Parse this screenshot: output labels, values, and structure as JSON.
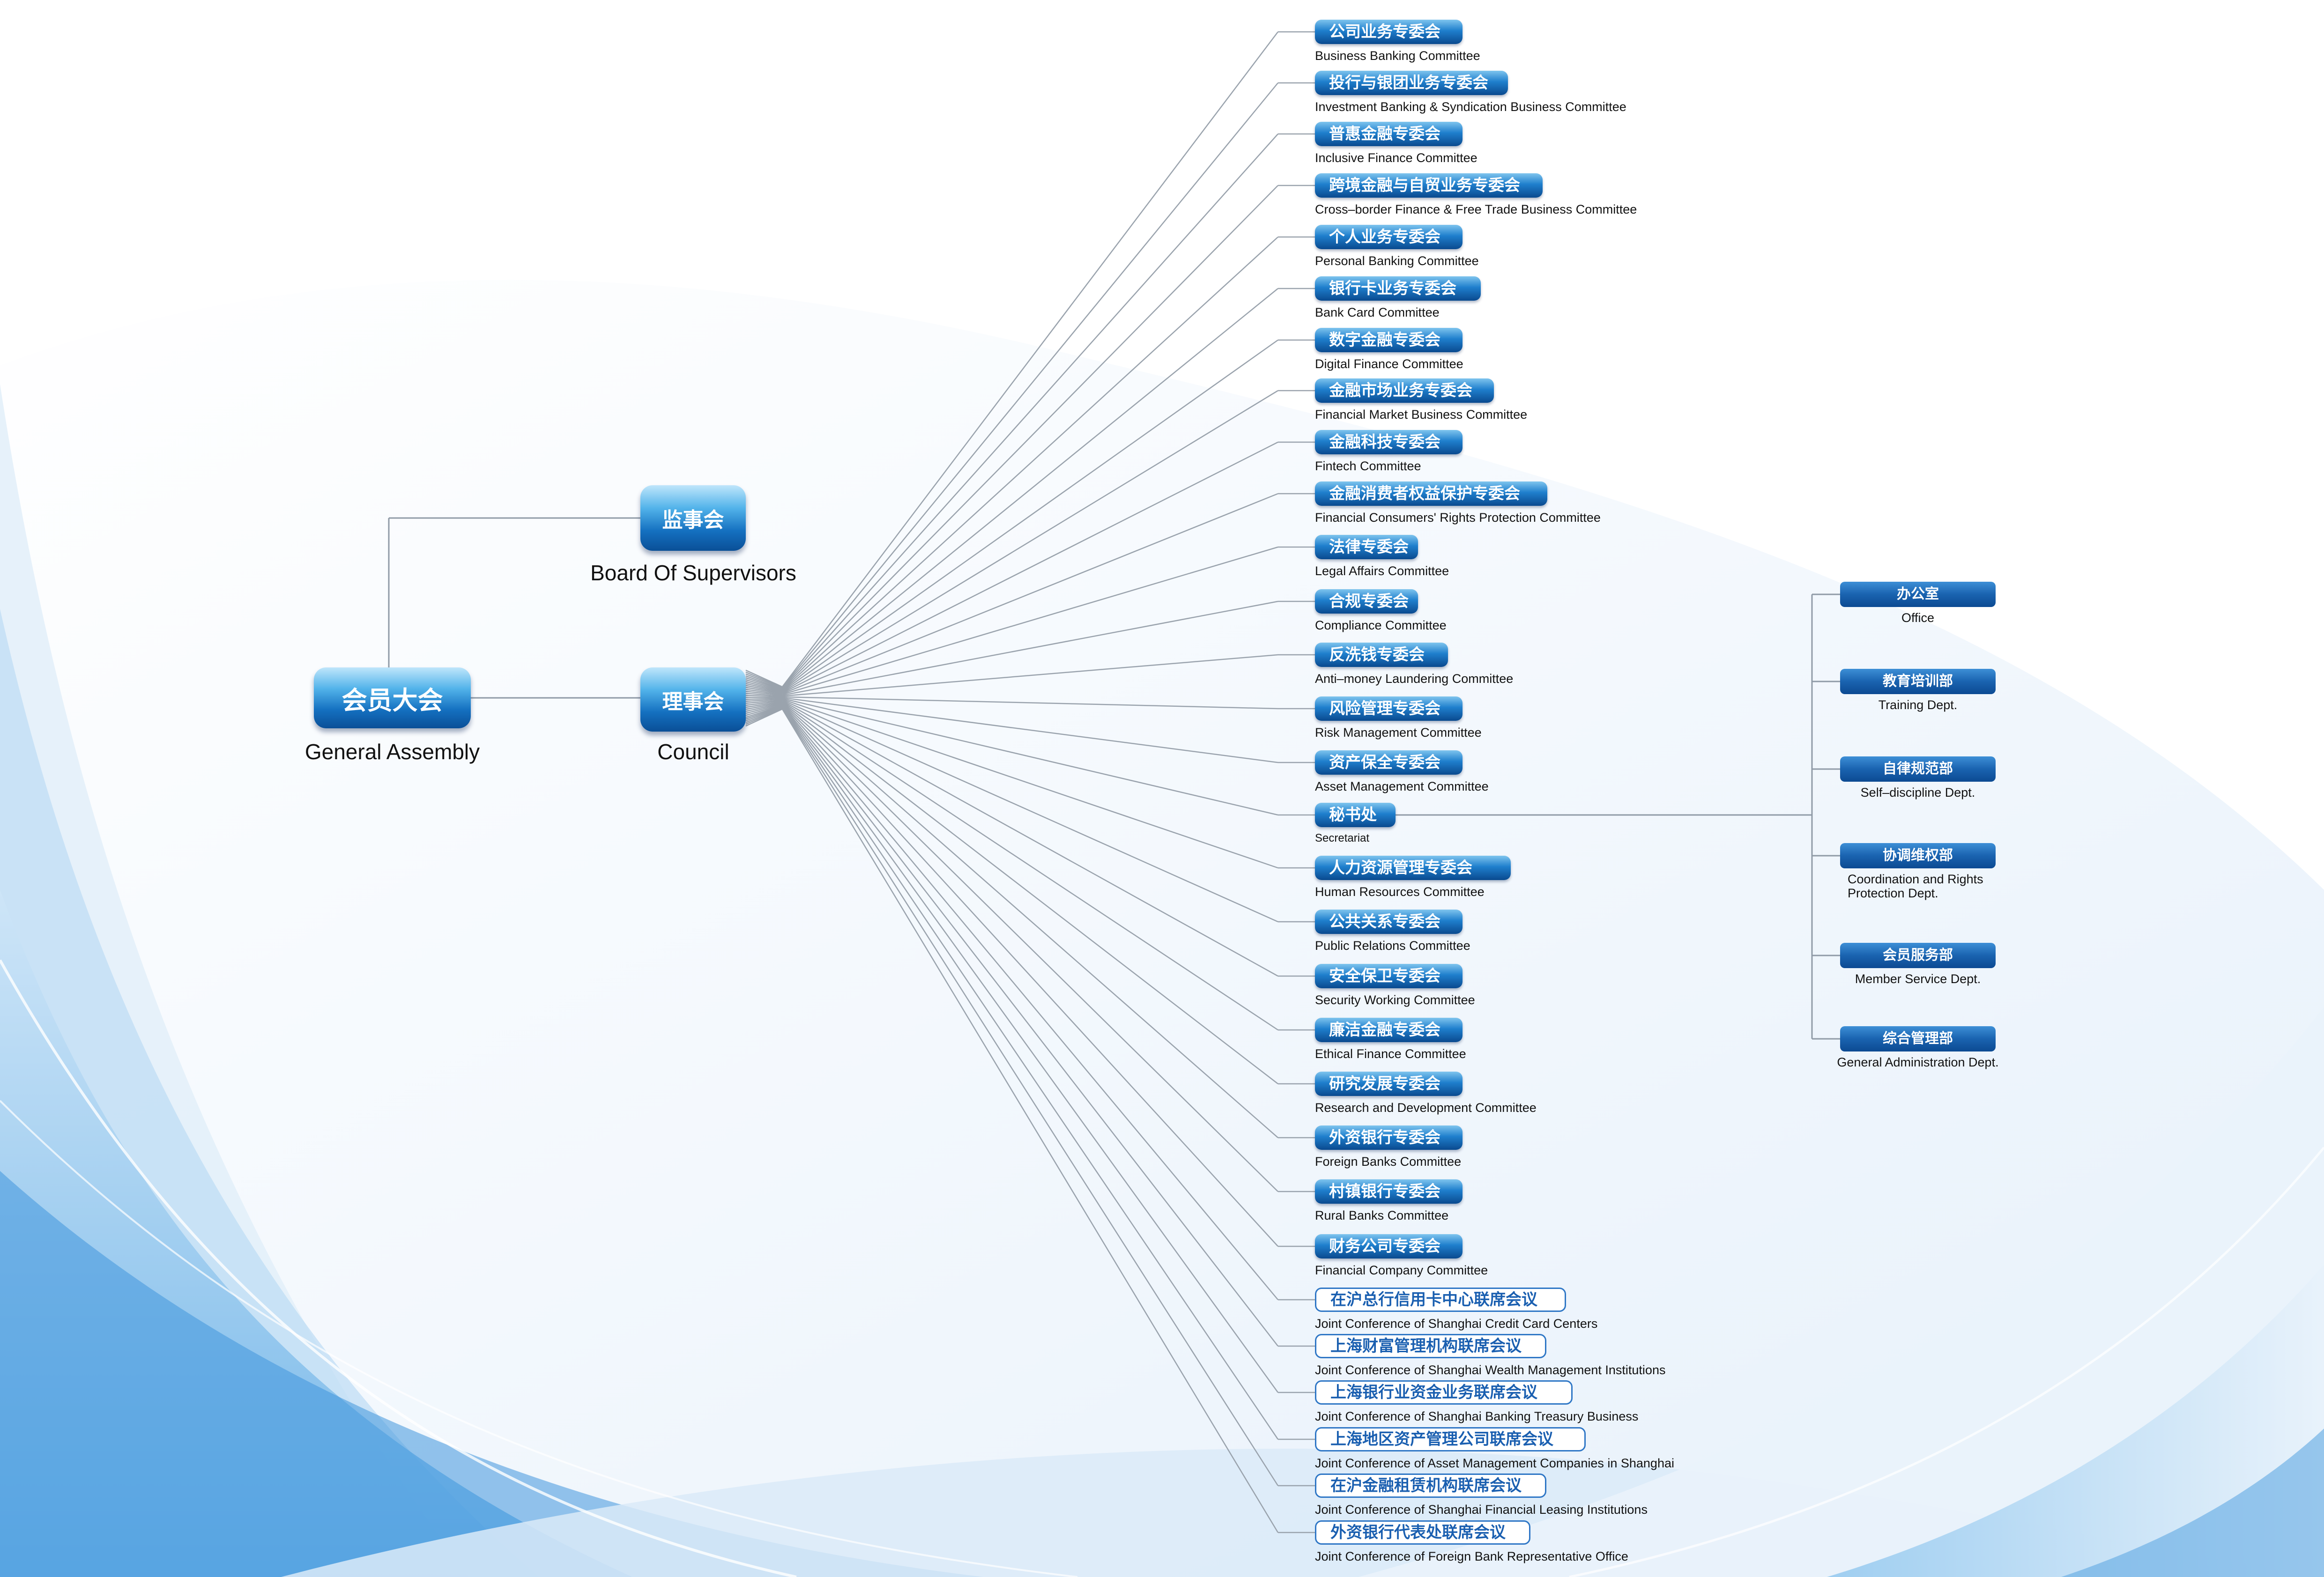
{
  "root": {
    "label": "会员大会",
    "sub": "General Assembly"
  },
  "supervisors": {
    "label": "监事会",
    "sub": "Board Of Supervisors"
  },
  "council": {
    "label": "理事会",
    "sub": "Council"
  },
  "committees": [
    {
      "label": "公司业务专委会",
      "sub": "Business Banking Committee"
    },
    {
      "label": "投行与银团业务专委会",
      "sub": "Investment Banking & Syndication Business Committee"
    },
    {
      "label": "普惠金融专委会",
      "sub": "Inclusive Finance Committee"
    },
    {
      "label": "跨境金融与自贸业务专委会",
      "sub": "Cross–border Finance & Free Trade Business Committee"
    },
    {
      "label": "个人业务专委会",
      "sub": "Personal Banking Committee"
    },
    {
      "label": "银行卡业务专委会",
      "sub": "Bank Card Committee"
    },
    {
      "label": "数字金融专委会",
      "sub": "Digital Finance Committee"
    },
    {
      "label": "金融市场业务专委会",
      "sub": "Financial Market Business Committee"
    },
    {
      "label": "金融科技专委会",
      "sub": "Fintech Committee"
    },
    {
      "label": "金融消费者权益保护专委会",
      "sub": "Financial Consumers' Rights Protection Committee"
    },
    {
      "label": "法律专委会",
      "sub": "Legal Affairs Committee"
    },
    {
      "label": "合规专委会",
      "sub": "Compliance Committee"
    },
    {
      "label": "反洗钱专委会",
      "sub": "Anti–money Laundering Committee"
    },
    {
      "label": "风险管理专委会",
      "sub": "Risk Management Committee"
    },
    {
      "label": "资产保全专委会",
      "sub": "Asset Management Committee"
    },
    {
      "label": "秘书处",
      "sub": "Secretariat"
    },
    {
      "label": "人力资源管理专委会",
      "sub": "Human Resources Committee"
    },
    {
      "label": "公共关系专委会",
      "sub": "Public Relations Committee"
    },
    {
      "label": "安全保卫专委会",
      "sub": "Security Working Committee"
    },
    {
      "label": "廉洁金融专委会",
      "sub": "Ethical Finance Committee"
    },
    {
      "label": "研究发展专委会",
      "sub": "Research and Development Committee"
    },
    {
      "label": "外资银行专委会",
      "sub": "Foreign Banks Committee"
    },
    {
      "label": "村镇银行专委会",
      "sub": "Rural Banks Committee"
    },
    {
      "label": "财务公司专委会",
      "sub": "Financial Company Committee"
    },
    {
      "label": "在沪总行信用卡中心联席会议",
      "sub": "Joint Conference of Shanghai Credit Card Centers"
    },
    {
      "label": "上海财富管理机构联席会议",
      "sub": "Joint Conference of Shanghai Wealth Management Institutions"
    },
    {
      "label": "上海银行业资金业务联席会议",
      "sub": "Joint Conference of Shanghai Banking Treasury Business"
    },
    {
      "label": "上海地区资产管理公司联席会议",
      "sub": "Joint Conference of Asset Management Companies in Shanghai"
    },
    {
      "label": "在沪金融租赁机构联席会议",
      "sub": "Joint Conference of Shanghai Financial Leasing Institutions"
    },
    {
      "label": "外资银行代表处联席会议",
      "sub": "Joint Conference of Foreign Bank Representative Office"
    }
  ],
  "departments": [
    {
      "label": "办公室",
      "sub": "Office"
    },
    {
      "label": "教育培训部",
      "sub": "Training Dept."
    },
    {
      "label": "自律规范部",
      "sub": "Self–discipline Dept."
    },
    {
      "label": "协调维权部",
      "sub": "Coordination and Rights Protection Dept."
    },
    {
      "label": "会员服务部",
      "sub": "Member Service Dept."
    },
    {
      "label": "综合管理部",
      "sub": "General Administration Dept."
    }
  ]
}
